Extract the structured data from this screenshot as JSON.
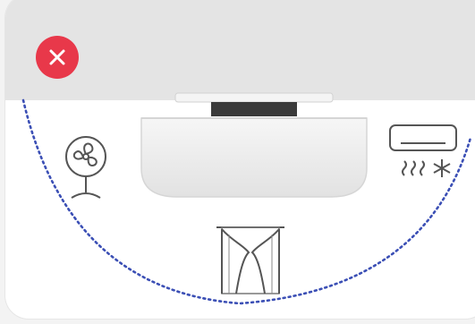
{
  "dialog": {
    "close_button": {
      "icon": "close-icon",
      "color": "#e8384a"
    },
    "header_color": "#e4e4e4"
  },
  "scene": {
    "hub": {
      "icon": "smart-hub-icon"
    },
    "appliances": [
      {
        "name": "fan",
        "icon": "fan-icon"
      },
      {
        "name": "air-conditioner",
        "icon": "air-conditioner-icon"
      },
      {
        "name": "curtain",
        "icon": "curtain-icon"
      }
    ],
    "range_arc_color": "#3b4fb5"
  }
}
